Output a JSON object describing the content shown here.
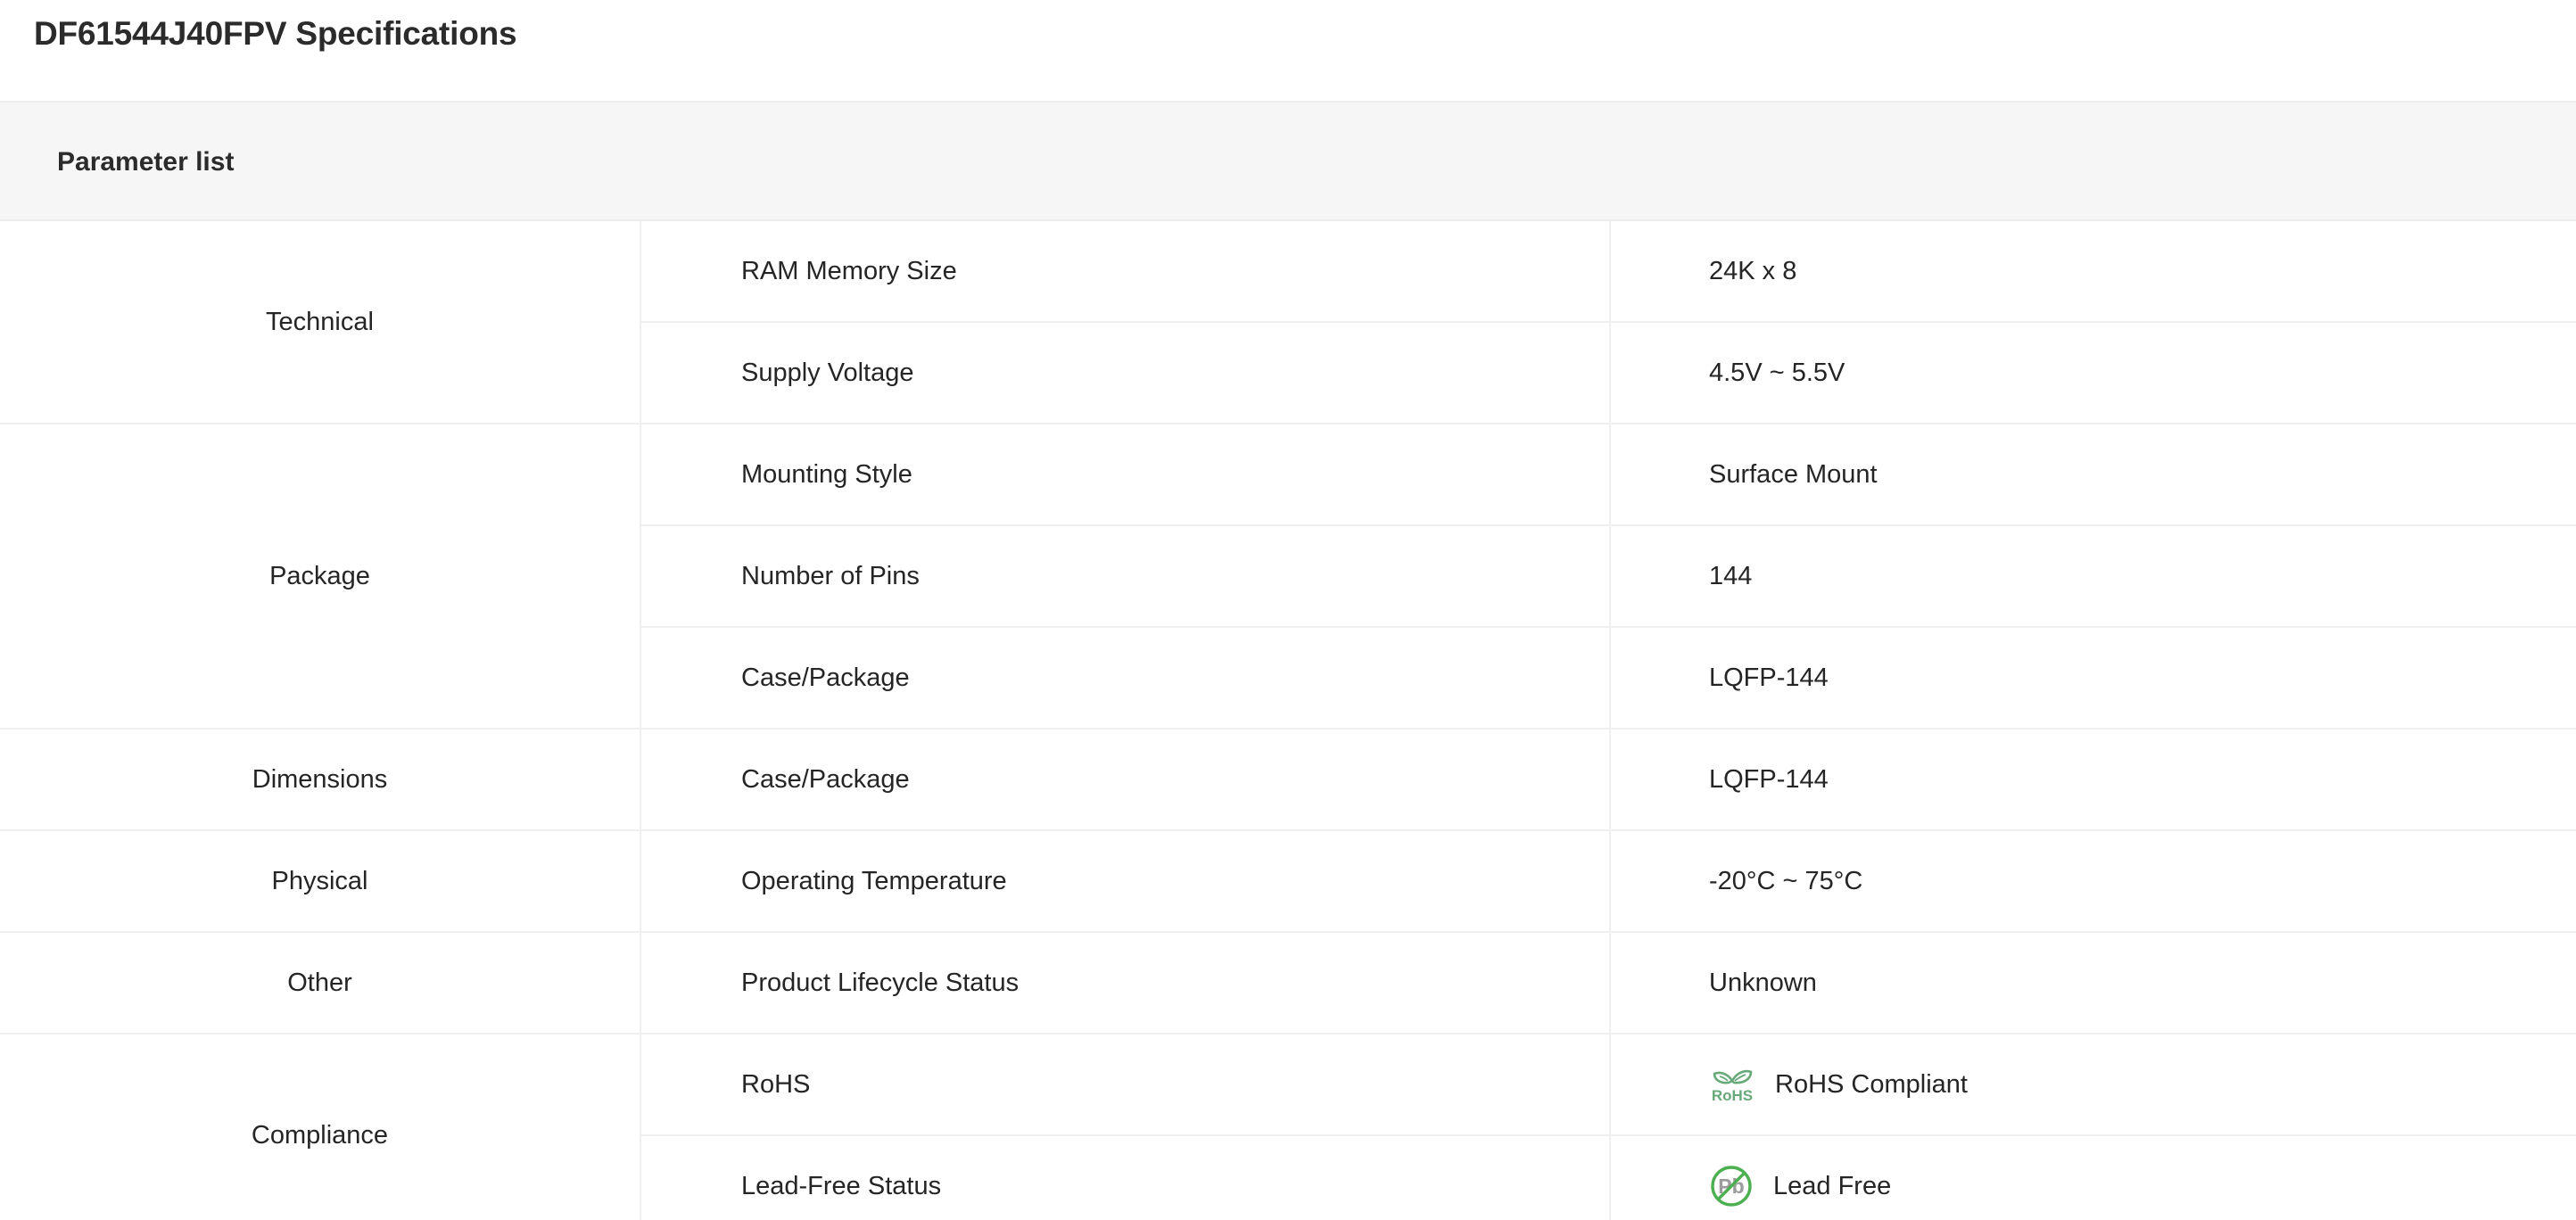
{
  "page": {
    "title": "DF61544J40FPV Specifications"
  },
  "section": {
    "header_label": "Parameter list"
  },
  "colors": {
    "header_band": "#f6f6f7",
    "row_border": "#efefef",
    "text": "#252525",
    "rohs_green": "#68a97a",
    "leadfree_green": "#4caf50",
    "pb_gray": "#9b9b9b"
  },
  "table": {
    "rows": [
      {
        "category": "Technical",
        "category_rowspan": 2,
        "parameter": "RAM Memory Size",
        "value": "24K x 8",
        "icon": ""
      },
      {
        "category": "",
        "category_rowspan": 0,
        "parameter": "Supply Voltage",
        "value": "4.5V ~ 5.5V",
        "icon": ""
      },
      {
        "category": "Package",
        "category_rowspan": 3,
        "parameter": "Mounting Style",
        "value": "Surface Mount",
        "icon": ""
      },
      {
        "category": "",
        "category_rowspan": 0,
        "parameter": "Number of Pins",
        "value": "144",
        "icon": ""
      },
      {
        "category": "",
        "category_rowspan": 0,
        "parameter": "Case/Package",
        "value": "LQFP-144",
        "icon": ""
      },
      {
        "category": "Dimensions",
        "category_rowspan": 1,
        "parameter": "Case/Package",
        "value": "LQFP-144",
        "icon": ""
      },
      {
        "category": "Physical",
        "category_rowspan": 1,
        "parameter": "Operating Temperature",
        "value": "-20°C ~ 75°C",
        "icon": ""
      },
      {
        "category": "Other",
        "category_rowspan": 1,
        "parameter": "Product Lifecycle Status",
        "value": "Unknown",
        "icon": ""
      },
      {
        "category": "Compliance",
        "category_rowspan": 2,
        "parameter": "RoHS",
        "value": "RoHS Compliant",
        "icon": "rohs-leaf-icon"
      },
      {
        "category": "",
        "category_rowspan": 0,
        "parameter": "Lead-Free Status",
        "value": "Lead Free",
        "icon": "lead-free-pb-icon"
      }
    ]
  }
}
